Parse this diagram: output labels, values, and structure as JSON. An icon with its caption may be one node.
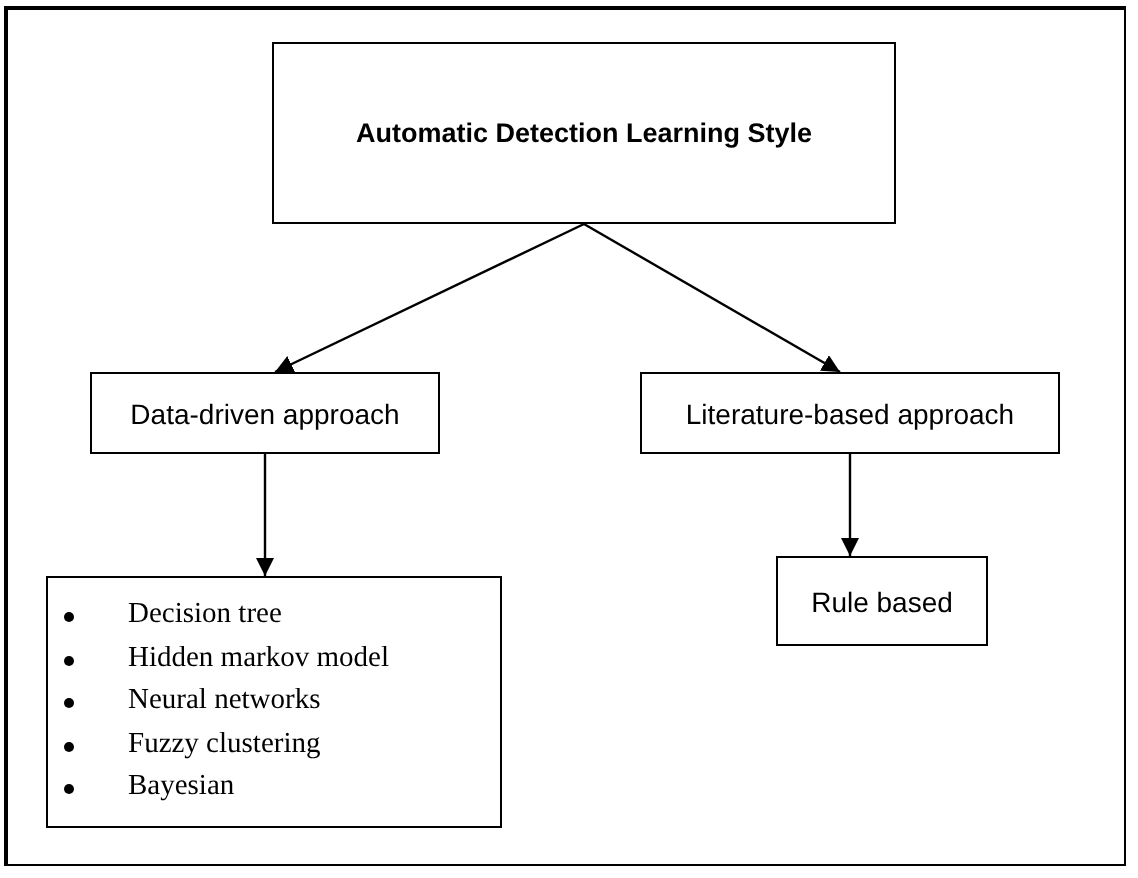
{
  "diagram": {
    "nodes": [
      {
        "text": [
          "Automatic Detection Learning Style"
        ]
      },
      {
        "text": [
          "Data-driven approach"
        ]
      },
      {
        "text": [
          "Literature-based approach"
        ]
      },
      {
        "text": [
          "Decision tree",
          "Hidden markov model",
          "Neural networks",
          "Fuzzy clustering",
          "Bayesian"
        ]
      },
      {
        "text": [
          "Rule based"
        ]
      }
    ],
    "edges": [
      {
        "from": 0,
        "to": 1,
        "arrow": "to"
      },
      {
        "from": 0,
        "to": 2,
        "arrow": "to"
      },
      {
        "from": 1,
        "to": 3,
        "arrow": "to"
      },
      {
        "from": 2,
        "to": 4,
        "arrow": "to"
      }
    ]
  }
}
